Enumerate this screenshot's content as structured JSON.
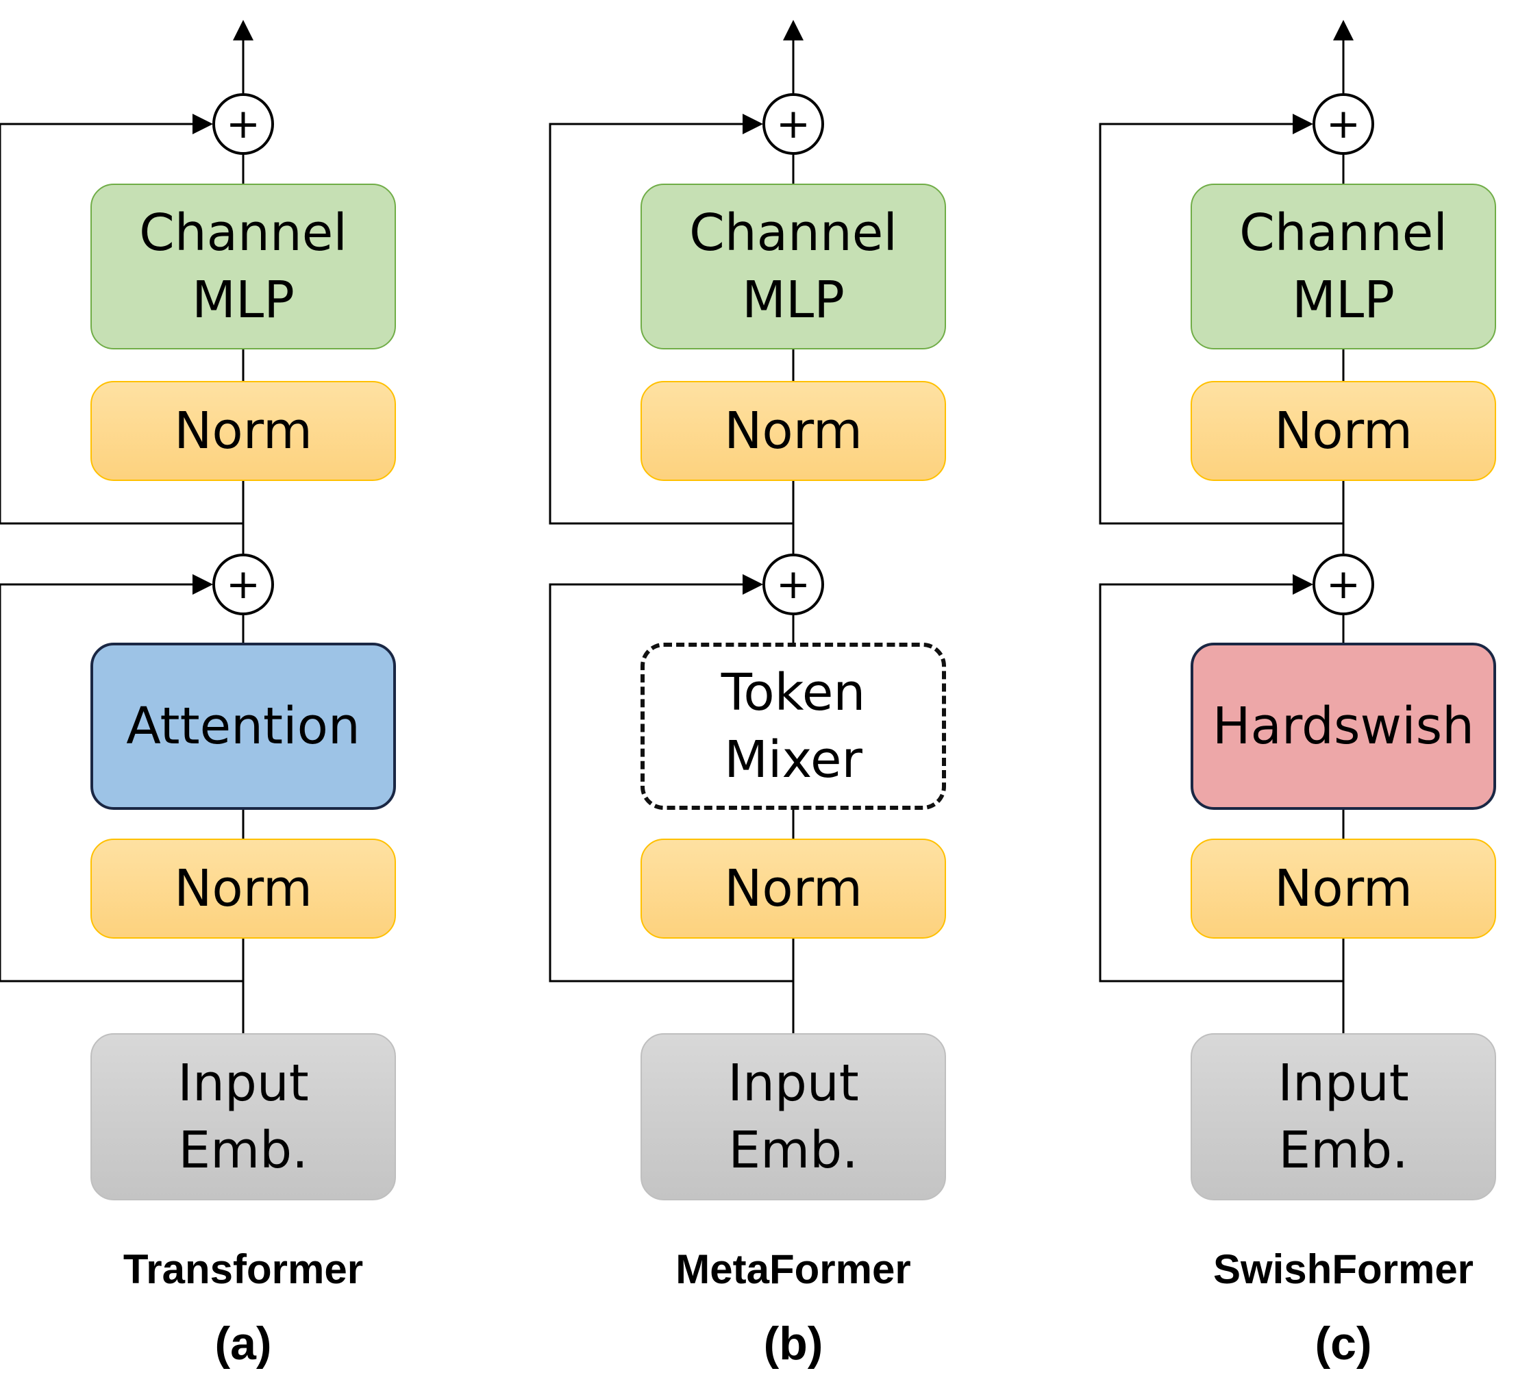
{
  "columns": [
    {
      "name": "Transformer",
      "tag": "(a)",
      "mlp": [
        "Channel",
        "MLP"
      ],
      "norm_top": "Norm",
      "mixer": [
        "Attention"
      ],
      "norm_bottom": "Norm",
      "input": [
        "Input",
        "Emb."
      ],
      "sum_symbol": "+"
    },
    {
      "name": "MetaFormer",
      "tag": "(b)",
      "mlp": [
        "Channel",
        "MLP"
      ],
      "norm_top": "Norm",
      "mixer": [
        "Token",
        "Mixer"
      ],
      "norm_bottom": "Norm",
      "input": [
        "Input",
        "Emb."
      ],
      "sum_symbol": "+"
    },
    {
      "name": "SwishFormer",
      "tag": "(c)",
      "mlp": [
        "Channel",
        "MLP"
      ],
      "norm_top": "Norm",
      "mixer": [
        "Hardswish"
      ],
      "norm_bottom": "Norm",
      "input": [
        "Input",
        "Emb."
      ],
      "sum_symbol": "+"
    }
  ],
  "colors": {
    "channel_mlp": "#c6e0b4",
    "norm": "#fdd98f",
    "attention": "#9dc3e6",
    "token_mixer": "#ffffff",
    "hardswish": "#eda7a8",
    "input_emb": "#d0d0d0"
  }
}
